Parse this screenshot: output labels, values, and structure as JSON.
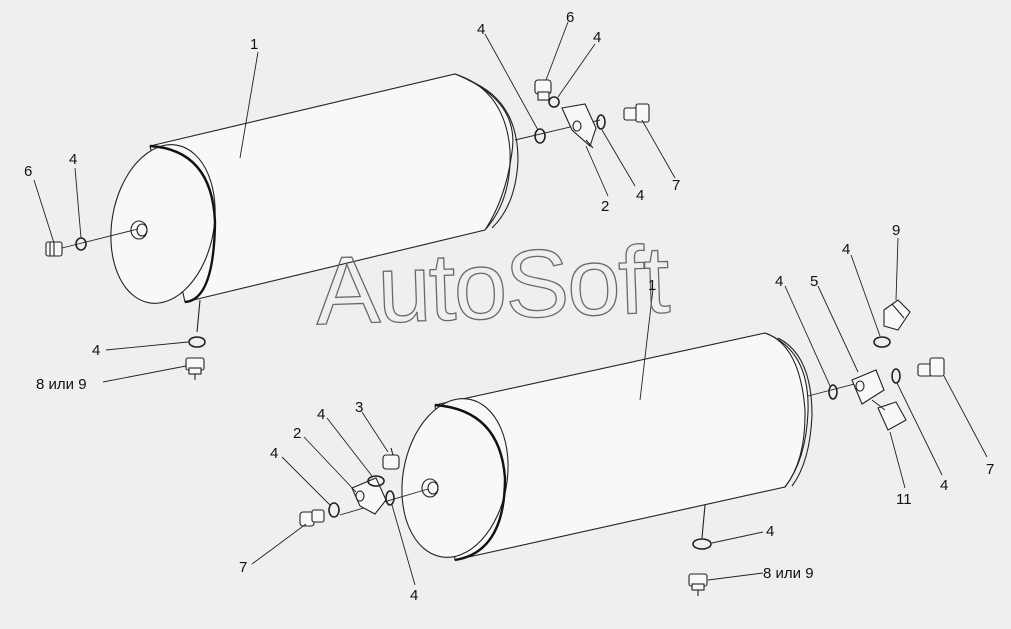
{
  "watermark": "AutoSoft",
  "colors": {
    "background": "#efefef",
    "line": "#222222",
    "part_fill": "#f8f8f8"
  },
  "callouts": {
    "top_tank_receiver": "1",
    "top_left_plug": "6",
    "top_left_ring": "4",
    "top_bottom_ring": "4",
    "top_bottom_valve": "8 или 9",
    "top_pipe_ring_a": "4",
    "top_upper_plug": "6",
    "top_upper_ring": "4",
    "top_right_ring": "4",
    "top_tee": "2",
    "top_right_plug": "7",
    "bottom_tank_receiver": "1",
    "bottom_left_ring_a": "4",
    "bottom_tee": "2",
    "bottom_left_ring_b": "4",
    "bottom_valve_3": "3",
    "bottom_left_plug": "7",
    "bottom_left_ring_c": "4",
    "bottom_bottom_ring": "4",
    "bottom_bottom_valve": "8 или 9",
    "right_ring_a": "4",
    "right_tee": "5",
    "right_ring_b": "4",
    "right_valve_9": "9",
    "right_plug": "7",
    "right_ring_c": "4",
    "right_cap": "11"
  }
}
